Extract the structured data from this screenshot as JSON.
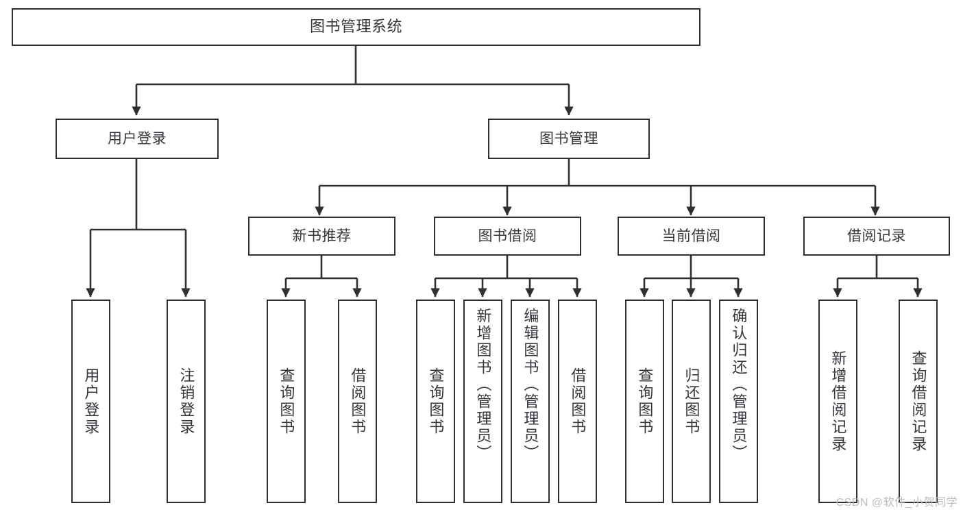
{
  "diagram": {
    "type": "tree-hierarchy-chart",
    "title": "图书管理系统",
    "watermark": "CSDN @软件_小贺同学",
    "colors": {
      "background": "#ffffff",
      "stroke": "#2f2f2f",
      "text": "#34383c",
      "watermark": "#b9bcc0"
    },
    "nodes": {
      "root": {
        "id": "root",
        "label": "图书管理系统",
        "level": 1
      },
      "level2": [
        {
          "id": "user-login",
          "label": "用户登录",
          "level": 2
        },
        {
          "id": "book-management",
          "label": "图书管理",
          "level": 2
        }
      ],
      "level3": [
        {
          "id": "new-book-recommend",
          "label": "新书推荐",
          "level": 3,
          "parent": "book-management"
        },
        {
          "id": "book-borrow",
          "label": "图书借阅",
          "level": 3,
          "parent": "book-management"
        },
        {
          "id": "current-borrow",
          "label": "当前借阅",
          "level": 3,
          "parent": "book-management"
        },
        {
          "id": "borrow-record",
          "label": "借阅记录",
          "level": 3,
          "parent": "book-management"
        }
      ],
      "leaves": [
        {
          "id": "leaf-user-login",
          "label": "用户登录",
          "parent": "user-login"
        },
        {
          "id": "leaf-logout-login",
          "label": "注销登录",
          "parent": "user-login"
        },
        {
          "id": "leaf-query-book-1",
          "label": "查询图书",
          "parent": "new-book-recommend"
        },
        {
          "id": "leaf-borrow-book-1",
          "label": "借阅图书",
          "parent": "new-book-recommend"
        },
        {
          "id": "leaf-query-book-2",
          "label": "查询图书",
          "parent": "book-borrow"
        },
        {
          "id": "leaf-add-book",
          "label": "新增图书（管理员）",
          "parent": "book-borrow"
        },
        {
          "id": "leaf-edit-book",
          "label": "编辑图书（管理员）",
          "parent": "book-borrow"
        },
        {
          "id": "leaf-borrow-book-2",
          "label": "借阅图书",
          "parent": "book-borrow"
        },
        {
          "id": "leaf-query-book-3",
          "label": "查询图书",
          "parent": "current-borrow"
        },
        {
          "id": "leaf-return-book",
          "label": "归还图书",
          "parent": "current-borrow"
        },
        {
          "id": "leaf-confirm-return",
          "label": "确认归还（管理员）",
          "parent": "current-borrow"
        },
        {
          "id": "leaf-add-record",
          "label": "新增借阅记录",
          "parent": "borrow-record"
        },
        {
          "id": "leaf-query-record",
          "label": "查询借阅记录",
          "parent": "borrow-record"
        }
      ]
    }
  }
}
